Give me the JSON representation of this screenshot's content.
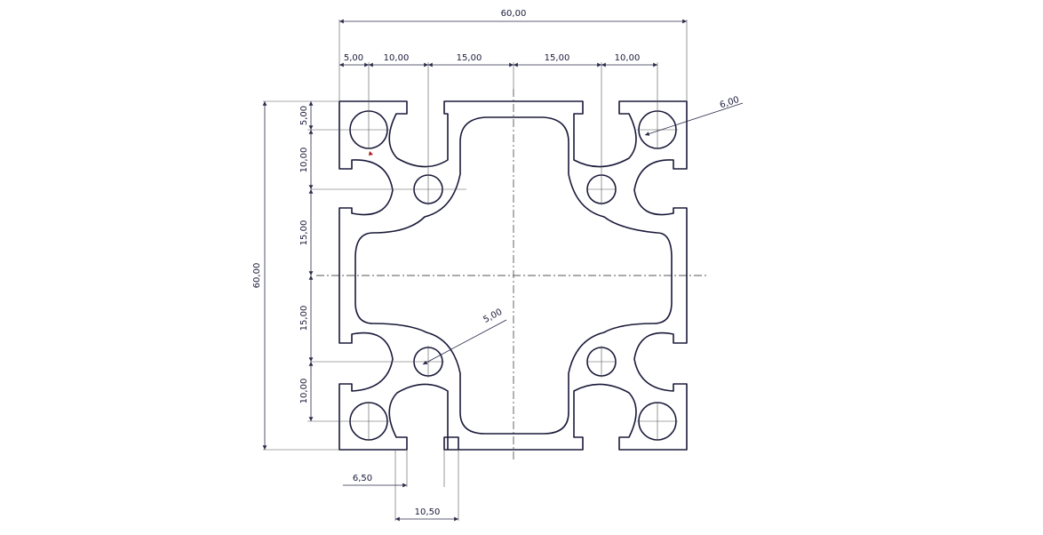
{
  "dimensions": {
    "overall_width": "60,00",
    "overall_height": "60,00",
    "top_5": "5,00",
    "top_10_left": "10,00",
    "top_15_left": "15,00",
    "top_15_right": "15,00",
    "top_10_right": "10,00",
    "left_5": "5,00",
    "left_10_top": "10,00",
    "left_15_top": "15,00",
    "left_15_bottom": "15,00",
    "left_10_bottom": "10,00",
    "hole_diameter": "6,00",
    "inner_hole_diameter": "5,00",
    "slot_offset": "6,50",
    "slot_width": "10,50"
  }
}
